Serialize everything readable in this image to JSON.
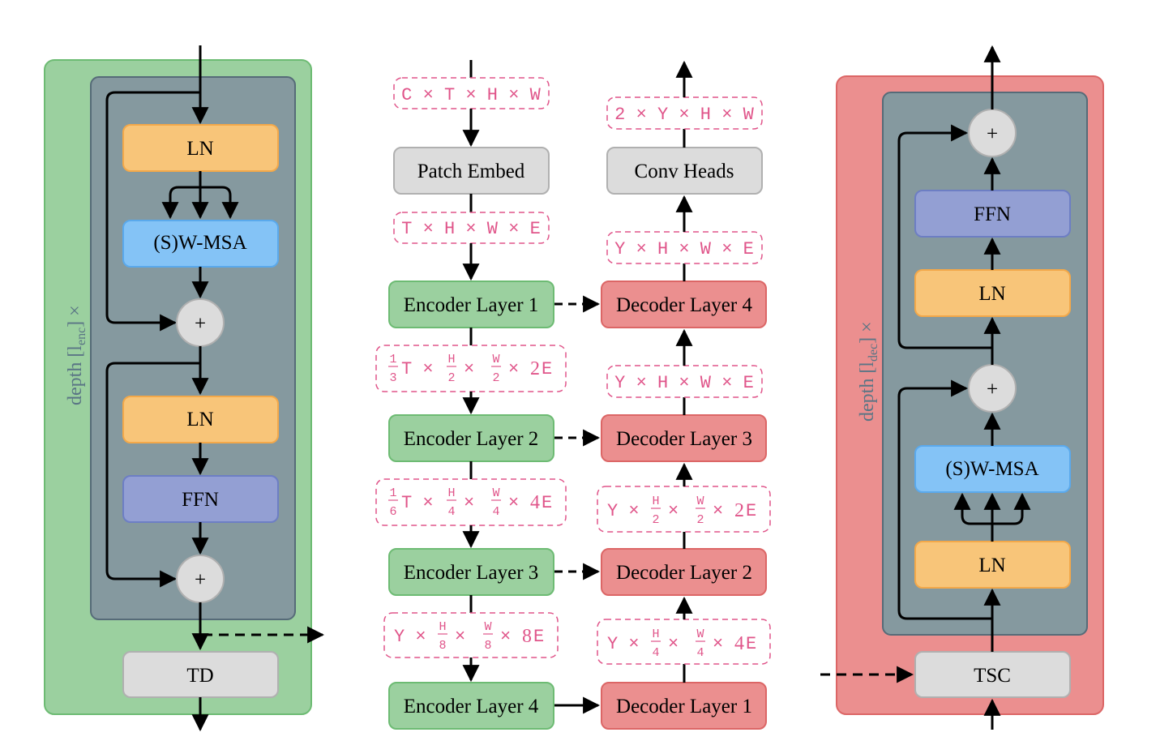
{
  "colors": {
    "encoder_green": "#9bd09f",
    "encoder_green_stroke": "#6dbb73",
    "decoder_red": "#eb8f8f",
    "decoder_red_stroke": "#dc6666",
    "inner_slate": "#85999f",
    "inner_slate_stroke": "#566b78",
    "ln_orange": "#f8c579",
    "ln_orange_stroke": "#f3a849",
    "msa_blue": "#84c3f6",
    "msa_blue_stroke": "#5aa9ec",
    "ffn_purple": "#939fd3",
    "ffn_purple_stroke": "#6d7ec4",
    "gray_block": "#dcdcdc",
    "gray_block_stroke": "#b0b0b0",
    "dim_pink": "#e0558a"
  },
  "encoder_block": {
    "depth_label": "depth [l",
    "depth_sub": "enc",
    "depth_suffix": "] ×",
    "ln1": "LN",
    "msa": "(S)W-MSA",
    "add1": "+",
    "ln2": "LN",
    "ffn": "FFN",
    "add2": "+",
    "td": "TD"
  },
  "decoder_block": {
    "depth_label": "depth [l",
    "depth_sub": "dec",
    "depth_suffix": "] ×",
    "tsc": "TSC",
    "ln1": "LN",
    "msa": "(S)W-MSA",
    "add1": "+",
    "ln2": "LN",
    "ffn": "FFN",
    "add2": "+"
  },
  "pipeline": {
    "input_dim": "C × T × H × W",
    "patch_embed": "Patch Embed",
    "embed_dim": "T × H × W × E",
    "encoders": [
      "Encoder Layer 1",
      "Encoder Layer 2",
      "Encoder Layer 3",
      "Encoder Layer 4"
    ],
    "encoder_dims": [
      {
        "a": "1",
        "b": "3",
        "t": "T ×",
        "h": "H",
        "hd": "2",
        "w": "W",
        "wd": "2",
        "mult": "2",
        "e": "E"
      },
      {
        "a": "1",
        "b": "6",
        "t": "T ×",
        "h": "H",
        "hd": "4",
        "w": "W",
        "wd": "4",
        "mult": "4",
        "e": "E"
      },
      {
        "a": "",
        "b": "",
        "t": "Y ×",
        "h": "H",
        "hd": "8",
        "w": "W",
        "wd": "8",
        "mult": "8",
        "e": "E"
      }
    ],
    "decoders": [
      "Decoder Layer 4",
      "Decoder Layer 3",
      "Decoder Layer 2",
      "Decoder Layer 1"
    ],
    "decoder_dims": [
      {
        "text": "Y × H × W × E"
      },
      {
        "text": "Y × H × W × E"
      },
      {
        "t": "Y ×",
        "h": "H",
        "hd": "2",
        "w": "W",
        "wd": "2",
        "mult": "2",
        "e": "E"
      },
      {
        "t": "Y ×",
        "h": "H",
        "hd": "4",
        "w": "W",
        "wd": "4",
        "mult": "4",
        "e": "E"
      }
    ],
    "conv_heads": "Conv Heads",
    "output_dim": "2 × Y × H × W"
  },
  "symbols": {
    "times": "×"
  }
}
